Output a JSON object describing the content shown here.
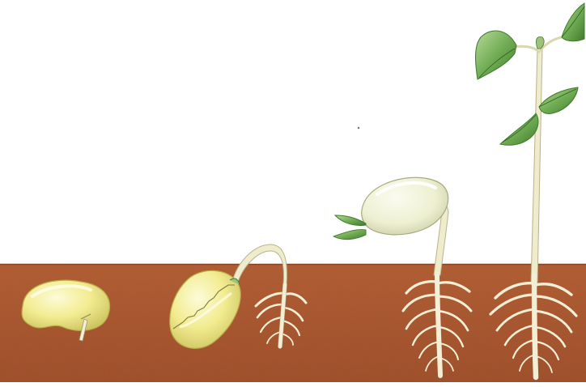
{
  "scene": {
    "description_text": "",
    "colors": {
      "sky": "#ffffff",
      "soil": "#a8522d",
      "soil_dark": "#8a3f20",
      "soil_light": "#c0683c",
      "seed": "#f1ec8c",
      "seed_highlight": "#fbf8c8",
      "seed_shadow": "#c9c25a",
      "stem": "#efeccd",
      "stem_outline": "#b9b28a",
      "root": "#f3efd6",
      "root_outline": "#b5a882",
      "leaf": "#6aa84f",
      "leaf_light": "#a9d08b",
      "leaf_dark": "#3e7a2c"
    },
    "stages": [
      {
        "name": "seed",
        "icon": "bean-seed-icon"
      },
      {
        "name": "germinating-seed",
        "icon": "germinating-seed-icon"
      },
      {
        "name": "hooked-seedling",
        "icon": "hooked-seedling-icon"
      },
      {
        "name": "mature-seedling",
        "icon": "mature-seedling-icon"
      }
    ]
  }
}
